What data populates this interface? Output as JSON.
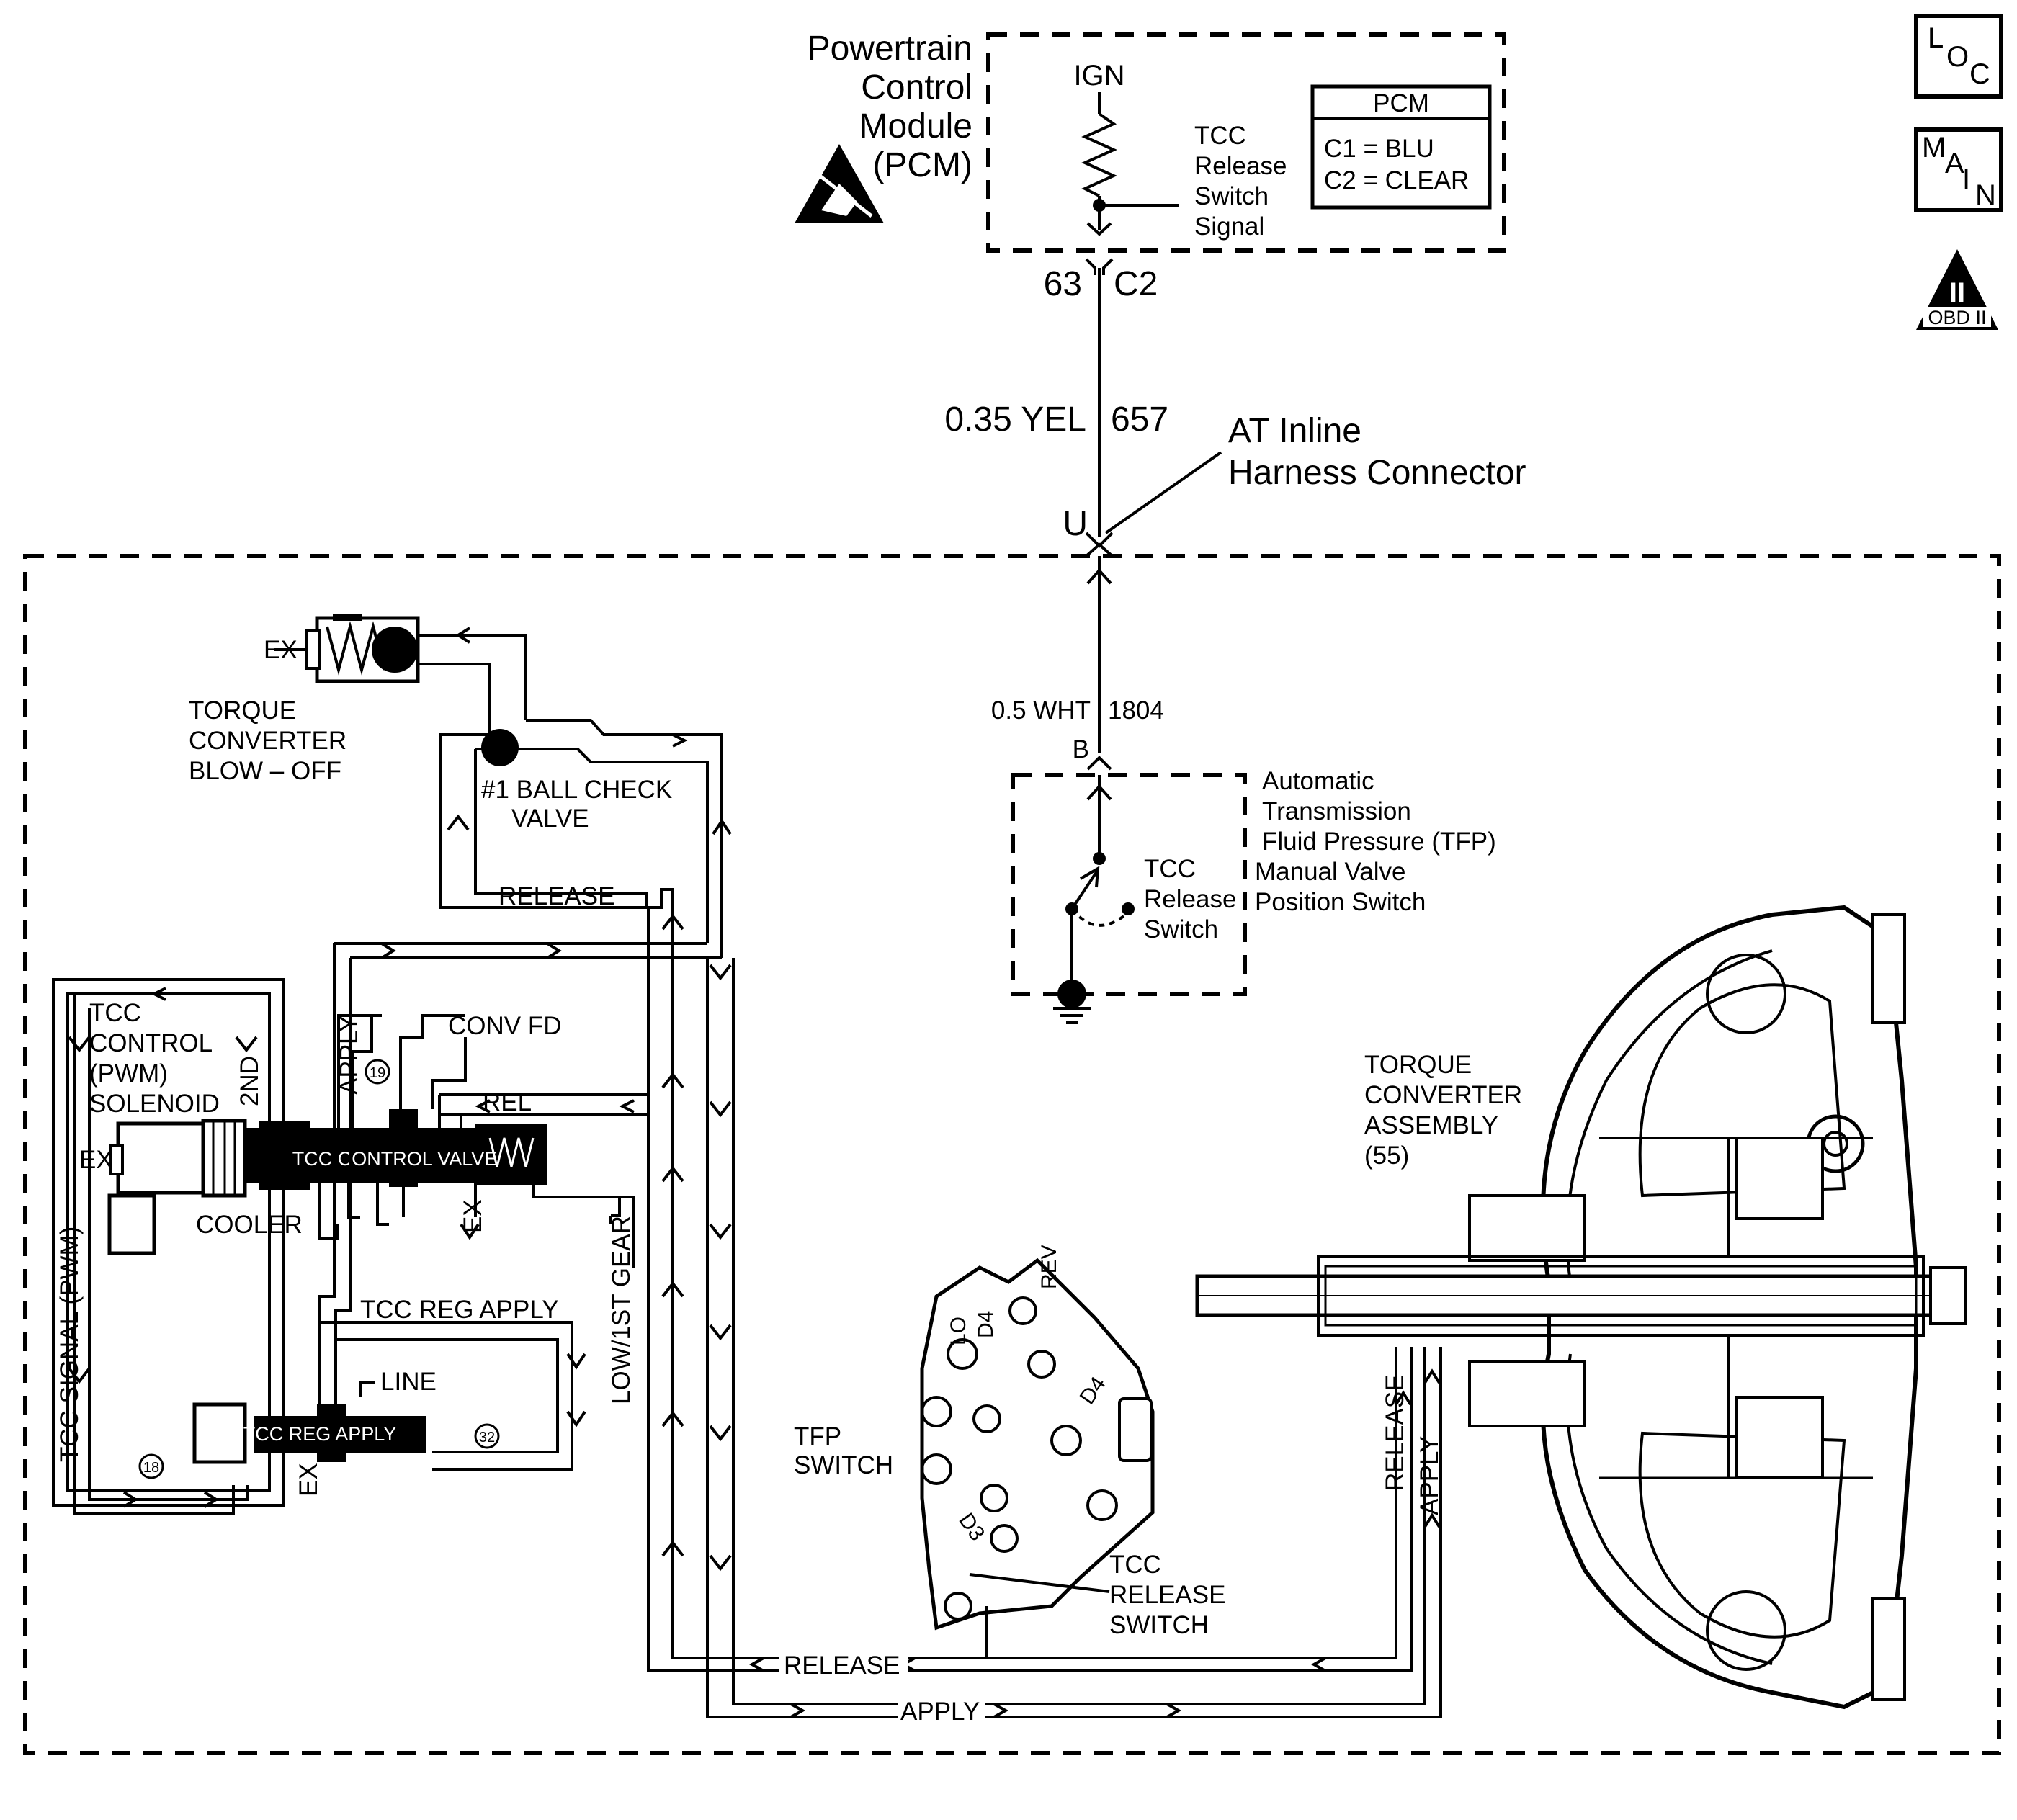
{
  "pcm": {
    "title_lines": [
      "Powertrain",
      "Control",
      "Module",
      "(PCM)"
    ],
    "ign": "IGN",
    "signal_lines": [
      "TCC",
      "Release",
      "Switch",
      "Signal"
    ],
    "table_header": "PCM",
    "table_rows": [
      "C1  =  BLU",
      "C2  =  CLEAR"
    ],
    "pin": "63",
    "connector": "C2"
  },
  "icons": {
    "loc": [
      "L",
      "O",
      "C"
    ],
    "main": [
      "M",
      "A",
      "I",
      "N"
    ],
    "obd": [
      "II",
      "OBD II"
    ]
  },
  "wires": {
    "upper": {
      "gauge_color": "0.35 YEL",
      "circuit": "657"
    },
    "lower": {
      "gauge_color": "0.5 WHT",
      "circuit": "1804"
    }
  },
  "connectors": {
    "inline_label": [
      "AT Inline",
      "Harness Connector"
    ],
    "inline_pin": "U",
    "switch_pin": "B"
  },
  "switch_box": {
    "title_lines": [
      "Automatic",
      "Transmission",
      "Fluid Pressure (TFP)",
      "Manual Valve",
      "Position Switch"
    ],
    "switch_lines": [
      "TCC",
      "Release",
      "Switch"
    ]
  },
  "hydraulic": {
    "blowoff": [
      "TORQUE",
      "CONVERTER",
      "BLOW – OFF"
    ],
    "ballcheck": [
      "#1 BALL CHECK",
      "VALVE"
    ],
    "release": "RELEASE",
    "apply": "APPLY",
    "tcc_control_solenoid": [
      "TCC",
      "CONTROL",
      "(PWM)",
      "SOLENOID"
    ],
    "second": "2ND",
    "conv_fd": "CONV FD",
    "rel": "REL",
    "tcc_control_valve": "TCC CONTROL VALVE",
    "ex": "EX",
    "cooler": "COOLER",
    "tcc_signal": "TCC SIGNAL (PWM)",
    "tcc_reg_apply_label": "TCC REG APPLY",
    "line": "LINE",
    "tcc_reg_apply_valve": "TCC REG APPLY",
    "low_1st_gear": "LOW/1ST GEAR",
    "orifice": [
      "19",
      "32",
      "18"
    ],
    "tfp_switch": [
      "TFP",
      "SWITCH"
    ],
    "tfp_ports": [
      "LO",
      "D4",
      "REV",
      "D4",
      "D3"
    ],
    "tcc_release_switch": [
      "TCC",
      "RELEASE",
      "SWITCH"
    ],
    "torque_converter": [
      "TORQUE",
      "CONVERTER",
      "ASSEMBLY",
      "(55)"
    ],
    "bottom_release": "RELEASE",
    "bottom_apply": "APPLY"
  }
}
